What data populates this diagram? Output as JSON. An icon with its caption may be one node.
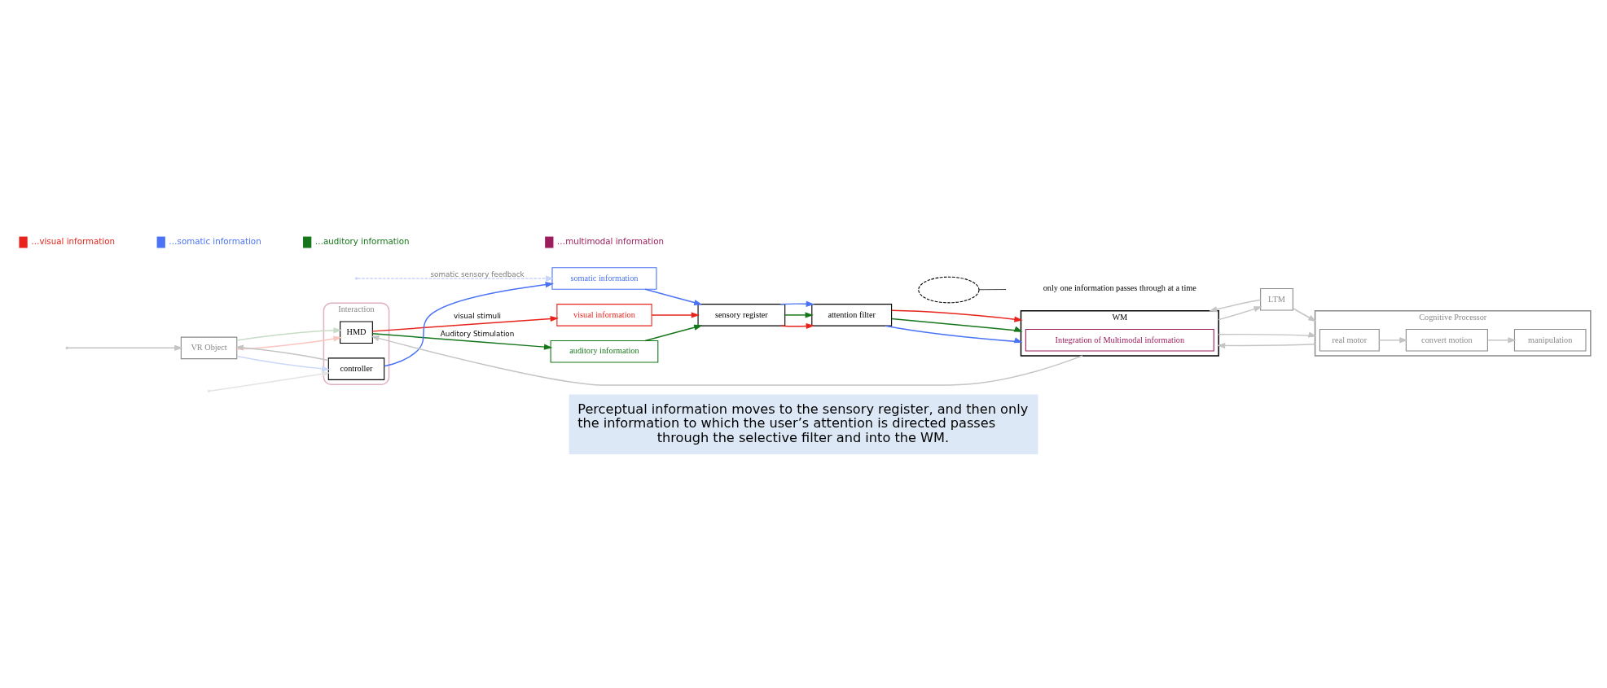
{
  "diagram": {
    "caption": "Perceptual information moves to the sensory register, and then only the information to which the user’s attention is directed passes through the selective filter and into the WM.",
    "nodes": [
      {
        "text": [
          "Interaction"
        ]
      },
      {
        "text": [
          "HMD"
        ],
        "in": 0
      },
      {
        "text": [
          "controller"
        ],
        "in": 0
      },
      {
        "text": [
          "VR Object"
        ]
      },
      {
        "text": [
          "visual information"
        ]
      },
      {
        "text": [
          "auditory information"
        ]
      },
      {
        "text": [
          "somatic information"
        ]
      },
      {
        "text": [
          "sensory register"
        ]
      },
      {
        "text": [
          "attention filter"
        ]
      },
      {
        "text": [],
        "shape": "ellipse"
      },
      {
        "text": [
          "only one information passes through at a time"
        ]
      },
      {
        "text": [
          "WM"
        ]
      },
      {
        "text": [
          "Integration of Multimodal information"
        ],
        "in": 11
      },
      {
        "text": [
          "LTM"
        ]
      },
      {
        "text": [
          "Cognitive Processor"
        ]
      },
      {
        "text": [
          "real motor"
        ],
        "in": 14
      },
      {
        "text": [
          "convert motion"
        ],
        "in": 14
      },
      {
        "text": [
          "manipulation"
        ],
        "in": 14
      }
    ],
    "edges": [
      {
        "from": 3,
        "to": 1,
        "arrow": "to",
        "color": "#f9c6c0"
      },
      {
        "from": 3,
        "to": 1,
        "arrow": "to",
        "color": "#c6dcc6"
      },
      {
        "from": 3,
        "to": 2,
        "arrow": "to",
        "color": "#ccd8fa"
      },
      {
        "from": 2,
        "to": 3,
        "arrow": "to",
        "color": "#c4c4c4"
      },
      {
        "from": null,
        "to": 3,
        "arrow": "to",
        "color": "#c4c4c4"
      },
      {
        "from": 11,
        "to": 1,
        "arrow": "to",
        "color": "#c4c4c4"
      },
      {
        "from": 1,
        "to": 4,
        "arrow": "to",
        "label": "visual stimuli",
        "color": "#e8231c"
      },
      {
        "from": 1,
        "to": 5,
        "arrow": "to",
        "label": "Auditory Stimulation",
        "color": "#16761a"
      },
      {
        "from": 2,
        "to": 6,
        "arrow": "to",
        "color": "#4a73f5"
      },
      {
        "from": null,
        "to": 6,
        "arrow": "to",
        "label": "somatic sensory feedback",
        "style": "dashed",
        "color": "#c8d4fa"
      },
      {
        "from": null,
        "to": 2,
        "arrow": "to",
        "color": "#e4e4e4"
      },
      {
        "from": 4,
        "to": 7,
        "arrow": "to",
        "color": "#e8231c"
      },
      {
        "from": 5,
        "to": 7,
        "arrow": "to",
        "color": "#16761a"
      },
      {
        "from": 6,
        "to": 7,
        "arrow": "to",
        "color": "#4a73f5"
      },
      {
        "from": 7,
        "to": 8,
        "arrow": "to",
        "color": "#e8231c"
      },
      {
        "from": 7,
        "to": 8,
        "arrow": "to",
        "color": "#16761a"
      },
      {
        "from": 7,
        "to": 8,
        "arrow": "to",
        "color": "#4a73f5"
      },
      {
        "from": 8,
        "to": 11,
        "arrow": "to",
        "color": "#4a73f5"
      },
      {
        "from": 8,
        "to": 11,
        "arrow": "to",
        "color": "#16761a"
      },
      {
        "from": 8,
        "to": 11,
        "arrow": "to",
        "color": "#e8231c"
      },
      {
        "from": 10,
        "to": 9,
        "arrow": "none",
        "color": "#000000"
      },
      {
        "from": 11,
        "to": 13,
        "arrow": "to",
        "color": "#c4c4c4"
      },
      {
        "from": 13,
        "to": 11,
        "arrow": "to",
        "color": "#c4c4c4"
      },
      {
        "from": 14,
        "to": 11,
        "arrow": "to",
        "color": "#c4c4c4"
      },
      {
        "from": 11,
        "to": 14,
        "arrow": "to",
        "color": "#c4c4c4"
      },
      {
        "from": 13,
        "to": 14,
        "arrow": "to",
        "color": "#c4c4c4"
      },
      {
        "from": 15,
        "to": 16,
        "arrow": "to",
        "color": "#c4c4c4"
      },
      {
        "from": 16,
        "to": 17,
        "arrow": "to",
        "color": "#c4c4c4"
      }
    ],
    "legend": [
      {
        "text": "…visual information",
        "color": "#e8231c"
      },
      {
        "text": "…somatic information",
        "color": "#4a73f5"
      },
      {
        "text": "…auditory information",
        "color": "#16761a"
      },
      {
        "text": "…multimodal information",
        "color": "#9c1c5c"
      }
    ]
  }
}
